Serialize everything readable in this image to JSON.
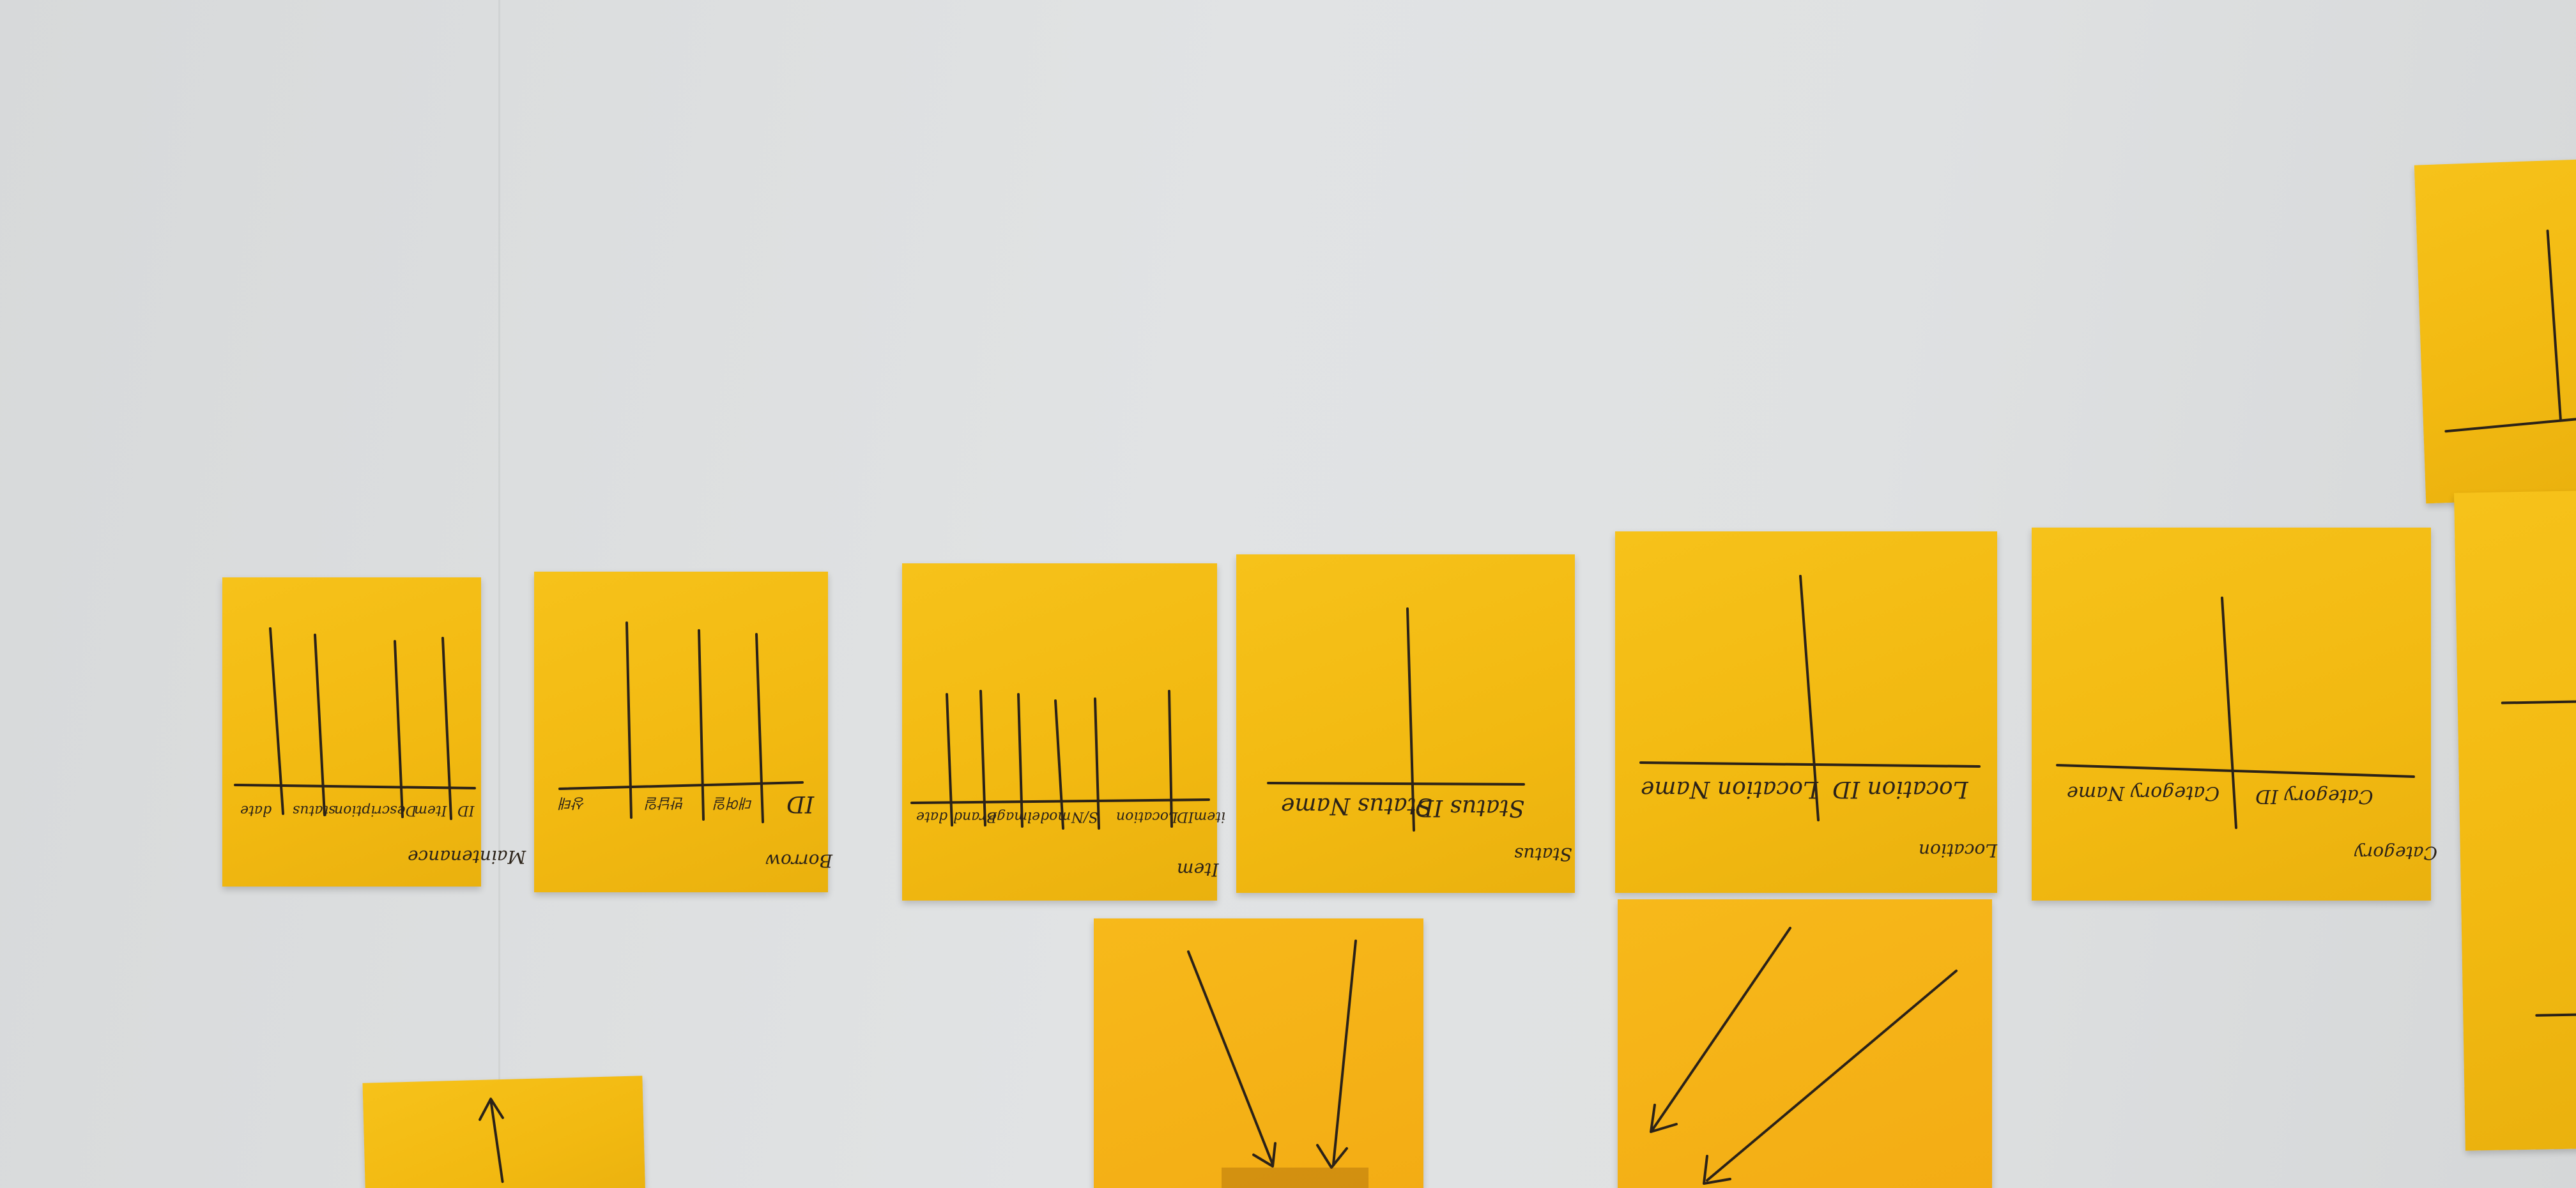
{
  "notes": {
    "maintenance": {
      "title": "Maintenance",
      "columns": [
        "ID",
        "Item",
        "Description",
        "status",
        "date"
      ]
    },
    "borrow": {
      "title": "Borrow",
      "columns": [
        "ID",
        "대여일",
        "반납일",
        "상태"
      ]
    },
    "item": {
      "title": "Item",
      "columns": [
        "itemID",
        "Location",
        "S/N",
        "model",
        "image",
        "Brand",
        "date"
      ]
    },
    "status": {
      "title": "Status",
      "columns": [
        "Status ID",
        "Status Name"
      ]
    },
    "location": {
      "title": "Location",
      "columns": [
        "Location ID",
        "Location Name"
      ]
    },
    "category": {
      "title": "Category",
      "columns": [
        "Category ID",
        "Category Name"
      ]
    }
  },
  "colors": {
    "note_yellow": "#f4be16",
    "note_orange": "#f5b21a",
    "ink": "#2b2218",
    "wall": "#dcdedf"
  }
}
